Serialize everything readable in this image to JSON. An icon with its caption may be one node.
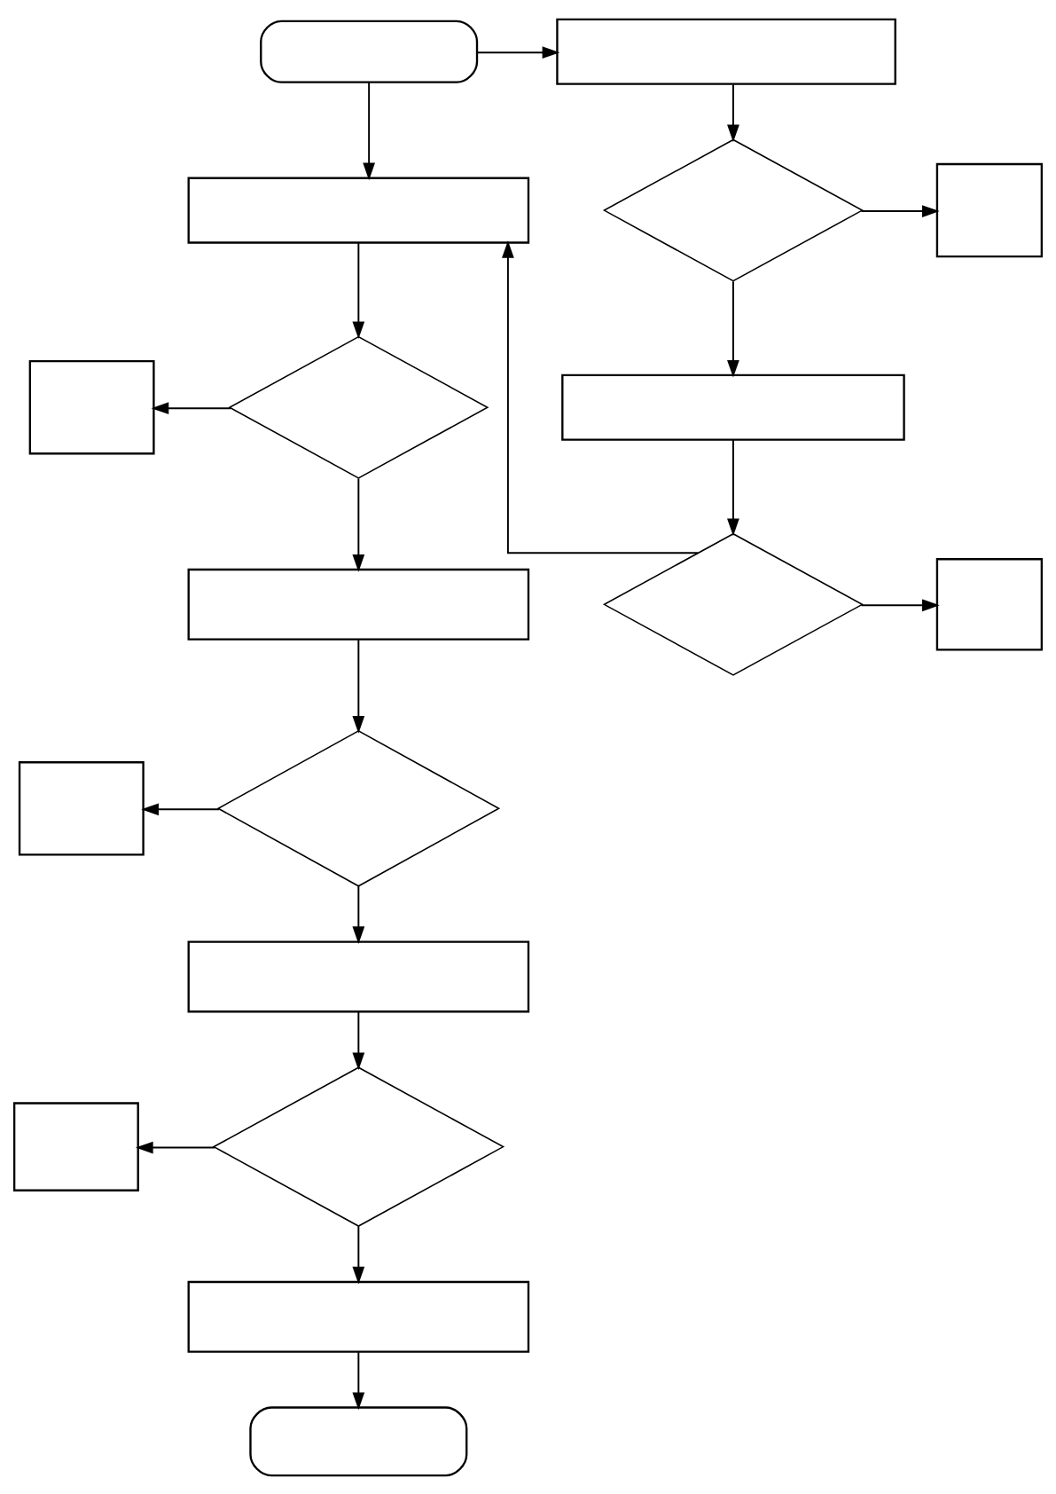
{
  "diagram": {
    "nodes": [
      {
        "text": [],
        "shape": "oval"
      },
      {
        "text": [],
        "shape": "box"
      },
      {
        "text": [],
        "shape": "diamond"
      },
      {
        "text": [],
        "shape": "box"
      },
      {
        "text": [],
        "shape": "box"
      },
      {
        "text": [],
        "shape": "diamond"
      },
      {
        "text": [],
        "shape": "box"
      },
      {
        "text": [],
        "shape": "box"
      },
      {
        "text": [],
        "shape": "diamond"
      },
      {
        "text": [],
        "shape": "box"
      },
      {
        "text": [],
        "shape": "box"
      },
      {
        "text": [],
        "shape": "oval"
      },
      {
        "text": [],
        "shape": "box"
      },
      {
        "text": [],
        "shape": "diamond"
      },
      {
        "text": [],
        "shape": "box"
      },
      {
        "text": [],
        "shape": "box"
      },
      {
        "text": [],
        "shape": "diamond"
      },
      {
        "text": [],
        "shape": "box"
      }
    ],
    "edges": [
      {
        "from": 0,
        "to": 12,
        "arrow": "to"
      },
      {
        "from": 0,
        "to": 1,
        "arrow": "to"
      },
      {
        "from": 1,
        "to": 2,
        "arrow": "to"
      },
      {
        "from": 2,
        "to": 3,
        "arrow": "to"
      },
      {
        "from": 2,
        "to": 4,
        "arrow": "to"
      },
      {
        "from": 4,
        "to": 5,
        "arrow": "to"
      },
      {
        "from": 5,
        "to": 6,
        "arrow": "to"
      },
      {
        "from": 5,
        "to": 7,
        "arrow": "to"
      },
      {
        "from": 7,
        "to": 8,
        "arrow": "to"
      },
      {
        "from": 8,
        "to": 9,
        "arrow": "to"
      },
      {
        "from": 8,
        "to": 10,
        "arrow": "to"
      },
      {
        "from": 10,
        "to": 11,
        "arrow": "to"
      },
      {
        "from": 12,
        "to": 13,
        "arrow": "to"
      },
      {
        "from": 13,
        "to": 14,
        "arrow": "to"
      },
      {
        "from": 13,
        "to": 15,
        "arrow": "to"
      },
      {
        "from": 15,
        "to": 16,
        "arrow": "to"
      },
      {
        "from": 16,
        "to": 17,
        "arrow": "to"
      },
      {
        "from": 16,
        "to": 1,
        "arrow": "to"
      }
    ]
  }
}
